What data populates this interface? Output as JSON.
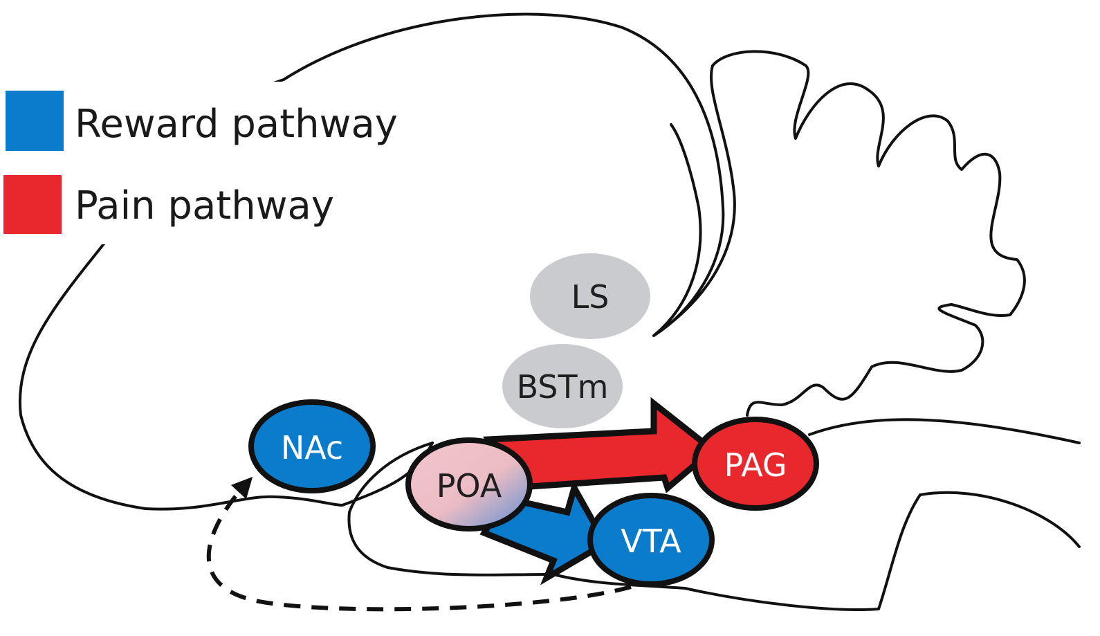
{
  "legend": {
    "items": [
      {
        "label": "Reward pathway",
        "color": "#0b7bcb"
      },
      {
        "label": "Pain pathway",
        "color": "#e8282c"
      }
    ]
  },
  "regions": {
    "ls": "LS",
    "bstm": "BSTm",
    "nac": "NAc",
    "poa": "POA",
    "vta": "VTA",
    "pag": "PAG"
  },
  "colors": {
    "reward": "#0b7bcb",
    "pain": "#e8282c",
    "neutral": "#c9cbcf",
    "poa_fill": "#eec3c9",
    "outline": "#111111"
  },
  "icons": {
    "brain_outline": "sagittal-brain-outline",
    "dashed_loop": "dashed-feedback-arrow"
  }
}
